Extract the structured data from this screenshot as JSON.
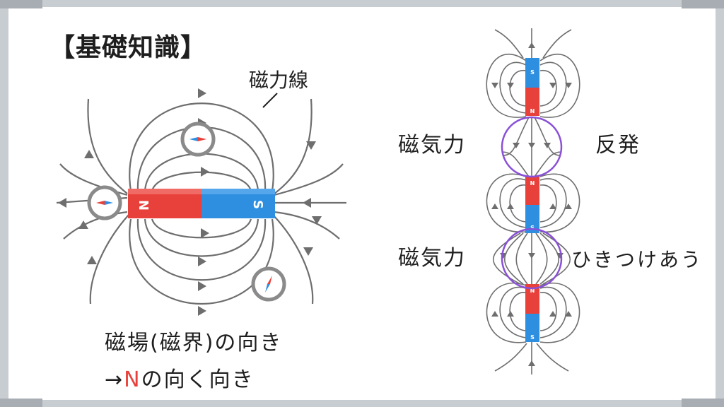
{
  "title": "【基礎知識】",
  "labels": {
    "field_line": "磁力線",
    "field_direction": "磁場(磁界)の向き",
    "n_direction_prefix": "→",
    "n_direction_pole": "N",
    "n_direction_suffix": "の向く向き",
    "magnetic_force_1": "磁気力",
    "repel": "反発",
    "magnetic_force_2": "磁気力",
    "attract": "ひきつけあう"
  },
  "magnet_main": {
    "n_label": "N",
    "s_label": "S"
  },
  "magnets_right": [
    {
      "top": "S",
      "bottom": "N"
    },
    {
      "top": "N",
      "bottom": "S"
    },
    {
      "top": "N",
      "bottom": "S"
    }
  ],
  "colors": {
    "background": "#ffffff",
    "frame": "#c8cdd2",
    "north": "#e8413b",
    "south": "#2e8ee0",
    "field_line": "#6e6e6e",
    "compass_ring": "#8a8a8a",
    "highlight_circle": "#8a50d8",
    "text": "#1e1e1e"
  },
  "icons": [
    "compass-icon",
    "arrow-icon"
  ]
}
